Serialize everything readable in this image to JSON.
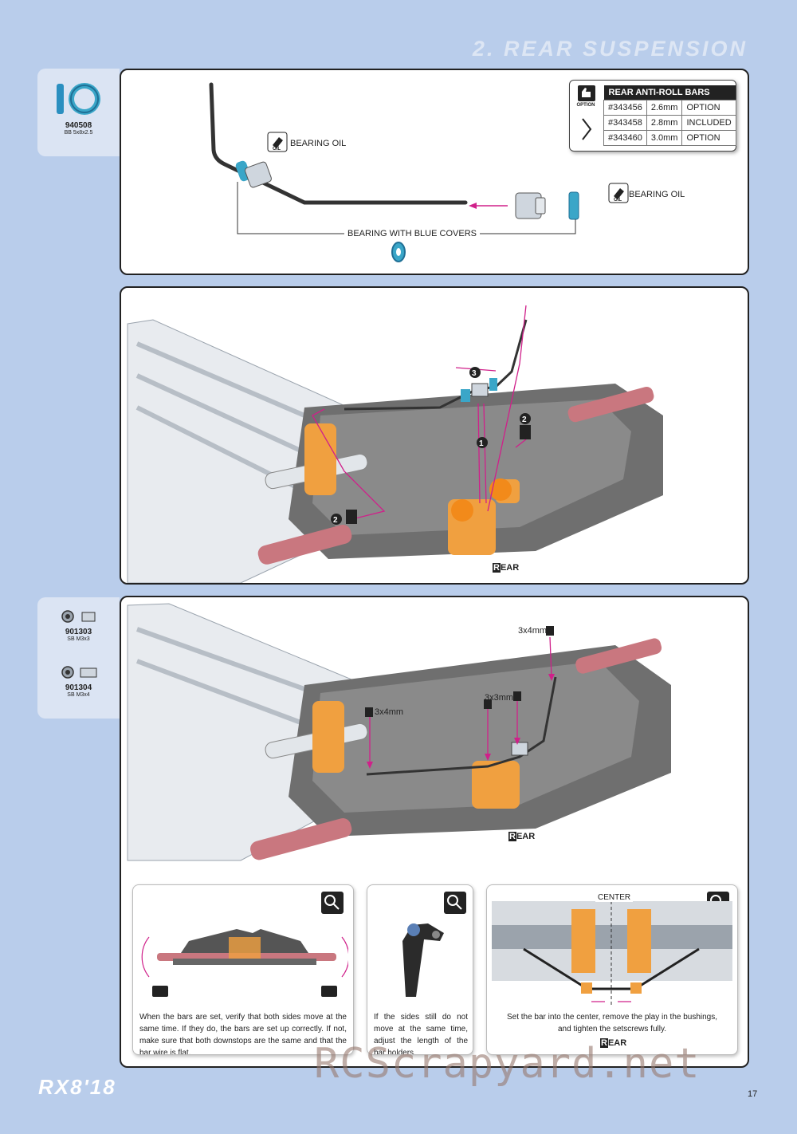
{
  "header": {
    "title": "2. REAR SUSPENSION"
  },
  "sidebar_1": {
    "parts": [
      {
        "number": "940508",
        "desc": "BB 5x8x2.5"
      }
    ]
  },
  "sidebar_3": {
    "parts": [
      {
        "number": "901303",
        "desc": "SB M3x3"
      },
      {
        "number": "901304",
        "desc": "SB M3x4"
      }
    ]
  },
  "step1": {
    "labels": {
      "bearing_oil_1": "BEARING OIL",
      "bearing_oil_2": "BEARING OIL",
      "blue_covers": "BEARING WITH BLUE COVERS"
    },
    "option_table": {
      "badge": "OPTION",
      "header": "REAR ANTI-ROLL BARS",
      "rows": [
        {
          "part": "#343456",
          "size": "2.6mm",
          "status": "OPTION"
        },
        {
          "part": "#343458",
          "size": "2.8mm",
          "status": "INCLUDED"
        },
        {
          "part": "#343460",
          "size": "3.0mm",
          "status": "OPTION"
        }
      ]
    },
    "oil_icon": "OIL"
  },
  "step2": {
    "rear_label": "EAR",
    "rear_initial": "R",
    "markers": [
      "1",
      "2",
      "2",
      "3"
    ]
  },
  "step3": {
    "screws": {
      "a": "3x4mm",
      "b": "3x3mm",
      "c": "3x4mm"
    },
    "rear_label": "EAR",
    "rear_initial": "R",
    "details": [
      {
        "badge": "DETAIL",
        "text": "When the bars are set, verify that both sides move at the same time. If they do, the bars are set up correctly. If not, make sure that both downstops are the same and that the bar wire is flat."
      },
      {
        "badge": "DETAIL",
        "text": "If the sides still do not move at the same time, adjust the length of the bar holders."
      },
      {
        "badge": "DETAIL",
        "heading": "CENTER",
        "text": "Set the bar into the center, remove the play in the bushings, and tighten the setscrews fully.",
        "rear_label": "EAR",
        "rear_initial": "R"
      }
    ]
  },
  "footer": {
    "logo": "RX8'18",
    "page": "17"
  },
  "watermark": "RCScrapyard.net",
  "colors": {
    "background": "#b9cdeb",
    "accent_magenta": "#d0208a",
    "bearing_blue": "#3aa6c8",
    "aluminium_orange": "#f0a040"
  }
}
